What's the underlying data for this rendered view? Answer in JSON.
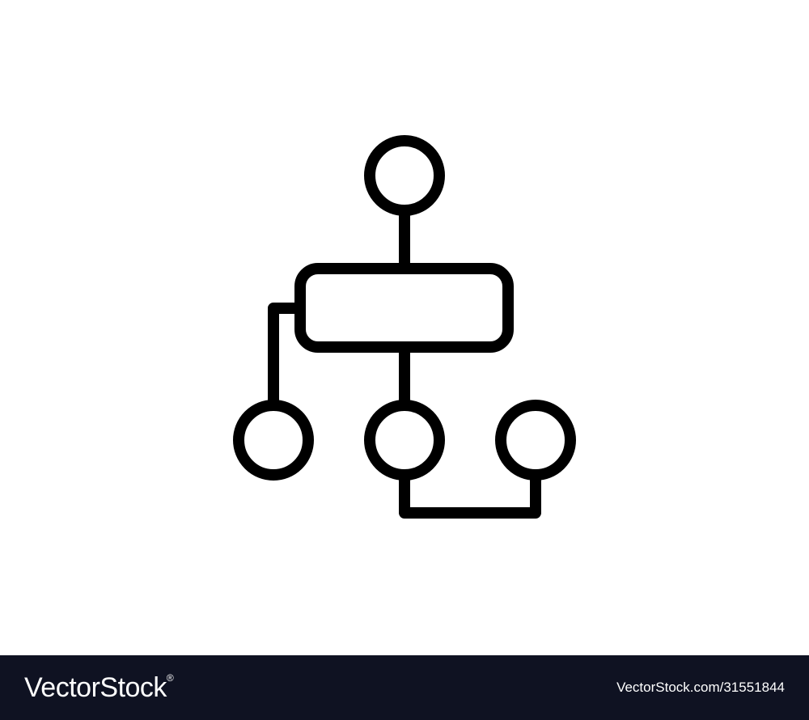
{
  "colors": {
    "background": "#ffffff",
    "icon_stroke": "#000000",
    "footer_background": "#0f1222",
    "footer_text": "#ffffff"
  },
  "icon": {
    "name": "hierarchy-flowchart-icon",
    "nodes": [
      "top-circle",
      "center-rectangle",
      "bottom-left-circle",
      "bottom-center-circle",
      "bottom-right-circle"
    ]
  },
  "footer": {
    "brand": "VectorStock",
    "registered_mark": "®",
    "image_id": "VectorStock.com/31551844"
  }
}
